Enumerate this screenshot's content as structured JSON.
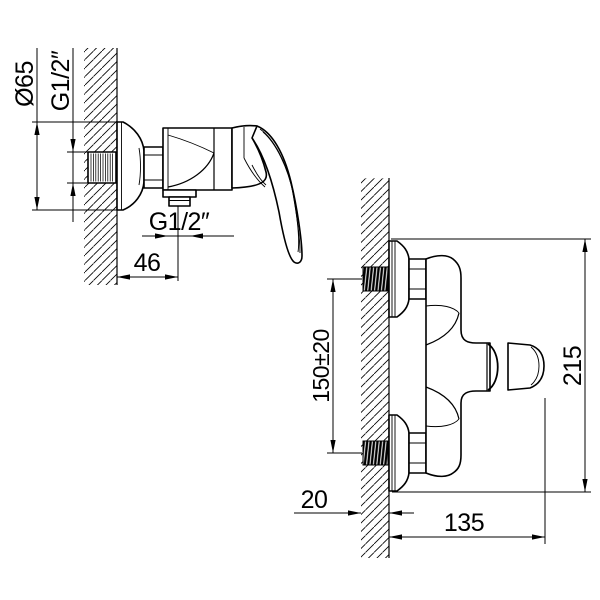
{
  "drawing": {
    "colors": {
      "line": "#000000",
      "background": "#ffffff",
      "thread_fill": "#000000"
    },
    "dimensions": {
      "escutcheon_diameter": "Ø65",
      "inlet_thread": "G1/2″",
      "outlet_thread": "G1/2″",
      "outlet_offset": "46",
      "inlet_spacing": "150±20",
      "overall_height": "215",
      "wall_thickness": "20",
      "depth": "135"
    }
  }
}
